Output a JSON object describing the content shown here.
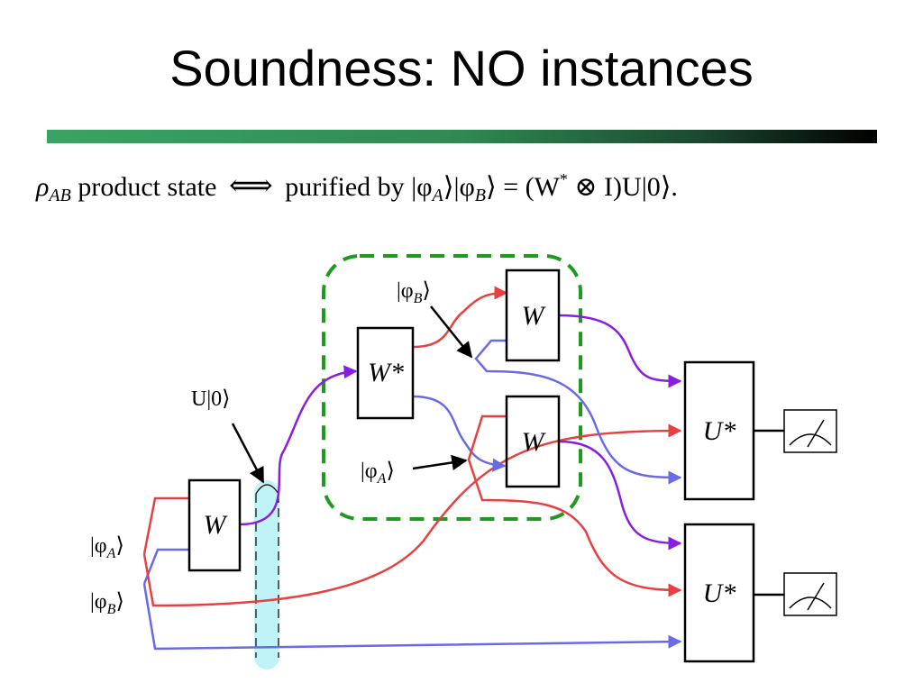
{
  "slide": {
    "title": "Soundness: NO instances"
  },
  "statement": {
    "rho": "ρ",
    "rho_sub": "AB",
    "text1": " product state ",
    "iff": "⟺",
    "text2": " purified by ",
    "phiA": "|φ",
    "phiA_sub": "A",
    "phiB": "⟩|φ",
    "phiB_sub": "B",
    "eq": "⟩ = (W",
    "star": "*",
    "rest": " ⊗ I)U|0⟩."
  },
  "circuit": {
    "gates": {
      "w_left": "W",
      "w_star": "W*",
      "w_top": "W",
      "w_mid": "W",
      "u_star_top": "U*",
      "u_star_bottom": "U*"
    },
    "labels": {
      "u0": "U|0⟩",
      "phi_b_top": "|φ",
      "phi_b_top_sub": "B",
      "phi_a_mid": "|φ",
      "phi_a_mid_sub": "A",
      "phi_a_left": "|φ",
      "phi_a_left_sub": "A",
      "phi_b_left": "|φ",
      "phi_b_left_sub": "B",
      "ket_close": "⟩"
    },
    "colors": {
      "red": "#e84040",
      "blue": "#6a6ae6",
      "purple": "#8a1ee0",
      "green_dash": "#1e9a1e",
      "cyan": "#bff3f7"
    }
  }
}
